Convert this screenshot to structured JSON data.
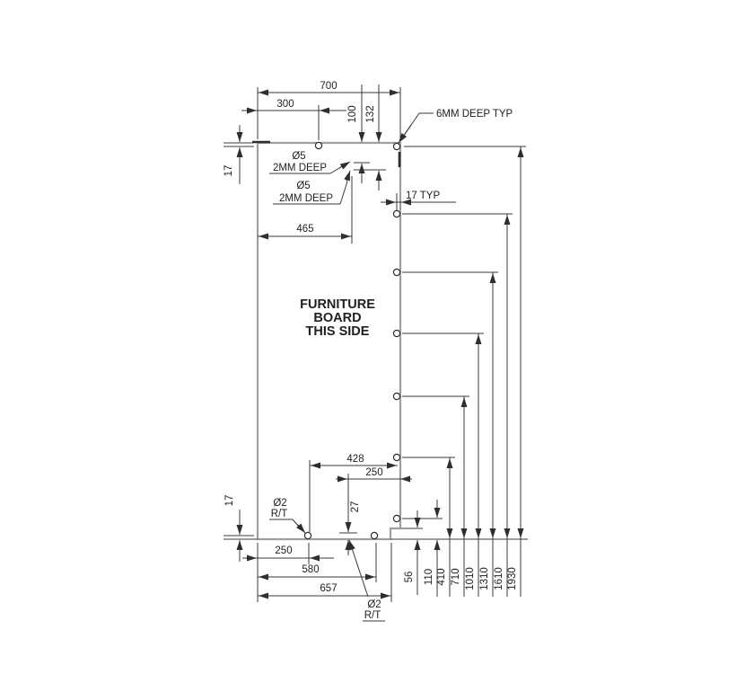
{
  "title": {
    "lines": [
      "FURNITURE",
      "BOARD",
      "THIS SIDE"
    ]
  },
  "annotations": {
    "deep_typ": "6MM DEEP TYP",
    "typ_17": "17 TYP",
    "pilot1": {
      "dia": "Ø5",
      "depth": "2MM DEEP"
    },
    "pilot2": {
      "dia": "Ø5",
      "depth": "2MM DEEP"
    },
    "rt_left": {
      "dia": "Ø2",
      "note": "R/T"
    },
    "rt_bottom": {
      "dia": "Ø2",
      "note": "R/T"
    }
  },
  "dimensions": {
    "top": {
      "overall_width": "700",
      "to_top_hole": "300",
      "edge_offset": "17",
      "pilot1_from_top": "100",
      "pilot2_from_top": "132",
      "to_pilot_holes": "465"
    },
    "mid": {
      "hole_to_edge": "428",
      "notch_hole_to_edge": "250",
      "notch_hole_height": "27"
    },
    "bottom": {
      "edge_offset": "17",
      "to_first_hole": "250",
      "to_second_hole": "580",
      "to_notch": "657"
    },
    "right": [
      "56",
      "110",
      "410",
      "710",
      "1010",
      "1310",
      "1610",
      "1930"
    ]
  }
}
